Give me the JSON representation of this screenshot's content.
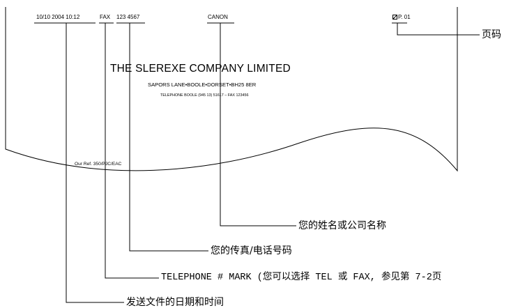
{
  "fax_header": {
    "datetime": "10/10 2004  10:12",
    "fax_label": "FAX",
    "fax_number": "123 4567",
    "sender_name": "CANON",
    "page_number": "P. 01"
  },
  "letterhead": {
    "company_name": "THE SLEREXE COMPANY LIMITED",
    "address": "SAPORS LANE•BOOLE•DORSET•BH25 8ER",
    "telephone": "TELEPHONE BOOLE (945 13) 51617 – FAX 123456"
  },
  "reference": "Our Ref. 350/PJC/EAC",
  "callouts": {
    "page_number": "页码",
    "sender_name": "您的姓名或公司名称",
    "fax_number": "您的传真/电话号码",
    "telephone_mark": "TELEPHONE # MARK (您可以选择 TEL 或 FAX, 参见第 7-2页",
    "datetime": "发送文件的日期和时间"
  }
}
